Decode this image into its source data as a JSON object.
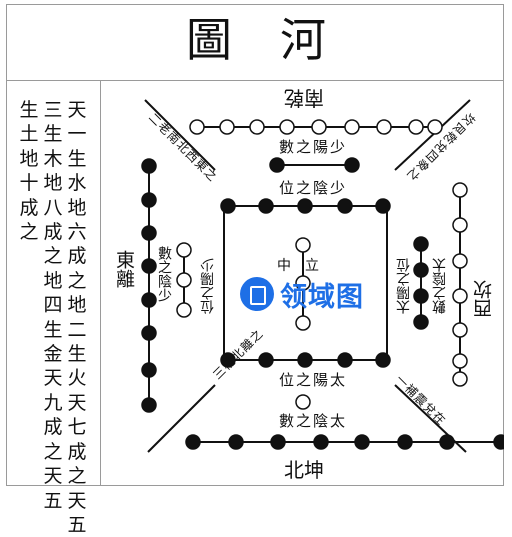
{
  "title": "圖河",
  "text_columns": [
    "天一生水地六成之地二生火天七成之天五",
    "三生木地八成之地四生金天九成之天五",
    "生土地十成之"
  ],
  "directions": {
    "south": "南乾",
    "north": "北坤",
    "east": "東離",
    "west": "西坎"
  },
  "labels": {
    "shao_yang_num": "數之陽少",
    "shao_yin_pos": "位之陰少",
    "tai_yang_pos": "位之陽太",
    "tai_yin_num": "數之陰太",
    "left_pos": "位之陽少",
    "left_num": "數之陰少",
    "right_tai_yang": "太陽之位",
    "right_tai_yin": "數之陰太",
    "center": "中立",
    "diag_ne": "坎艮乾兌四象之",
    "diag_nw": "二老南北西東之",
    "diag_se": "一補震兌在",
    "diag_sw": "三補北離之"
  },
  "colors": {
    "ink": "#111111",
    "frame": "#9a9a9a",
    "watermark": "#1e6fe6"
  },
  "watermark": {
    "text": "领域图"
  }
}
